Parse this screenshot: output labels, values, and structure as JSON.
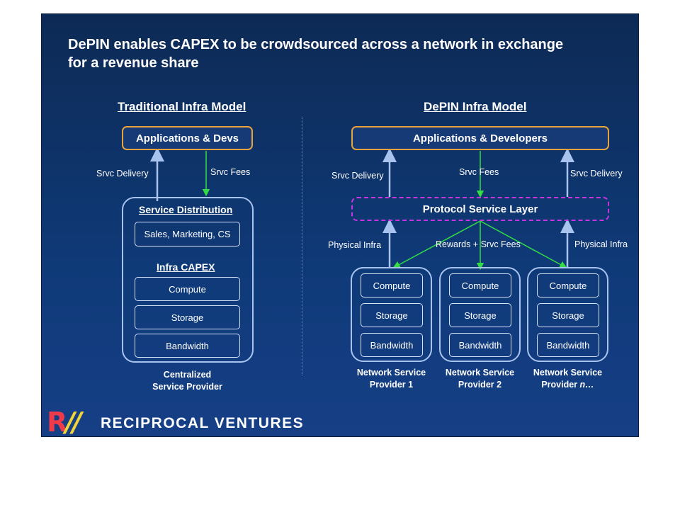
{
  "title": "DePIN enables CAPEX to be crowdsourced across a network in exchange for a revenue share",
  "left": {
    "heading": "Traditional Infra Model",
    "apps_label": "Applications & Devs",
    "srvc_delivery": "Srvc Delivery",
    "srvc_fees": "Srvc Fees",
    "service_distribution": "Service Distribution",
    "sales": "Sales, Marketing, CS",
    "infra_capex": "Infra CAPEX",
    "compute": "Compute",
    "storage": "Storage",
    "bandwidth": "Bandwidth",
    "caption_line1": "Centralized",
    "caption_line2": "Service Provider"
  },
  "right": {
    "heading": "DePIN Infra Model",
    "apps_label": "Applications & Developers",
    "srvc_delivery_left": "Srvc Delivery",
    "srvc_fees": "Srvc Fees",
    "srvc_delivery_right": "Srvc Delivery",
    "protocol_layer": "Protocol Service Layer",
    "physical_infra_left": "Physical Infra",
    "rewards": "Rewards + Srvc Fees",
    "physical_infra_right": "Physical Infra",
    "providers": [
      {
        "compute": "Compute",
        "storage": "Storage",
        "bandwidth": "Bandwidth",
        "line1": "Network Service",
        "line2": "Provider 1"
      },
      {
        "compute": "Compute",
        "storage": "Storage",
        "bandwidth": "Bandwidth",
        "line1": "Network Service",
        "line2": "Provider 2"
      },
      {
        "compute": "Compute",
        "storage": "Storage",
        "bandwidth": "Bandwidth",
        "line1": "Network Service",
        "line2": "Provider ",
        "line2_italic": "n…"
      }
    ]
  },
  "logo": {
    "mark_r": "R",
    "mark_slashes": "//",
    "text": "RECIPROCAL VENTURES"
  },
  "colors": {
    "background": "#0f3a78",
    "accent_orange": "#e8a33c",
    "accent_magenta": "#c933e0",
    "arrow_blue": "#a9c3ef",
    "arrow_green": "#33dd44"
  }
}
